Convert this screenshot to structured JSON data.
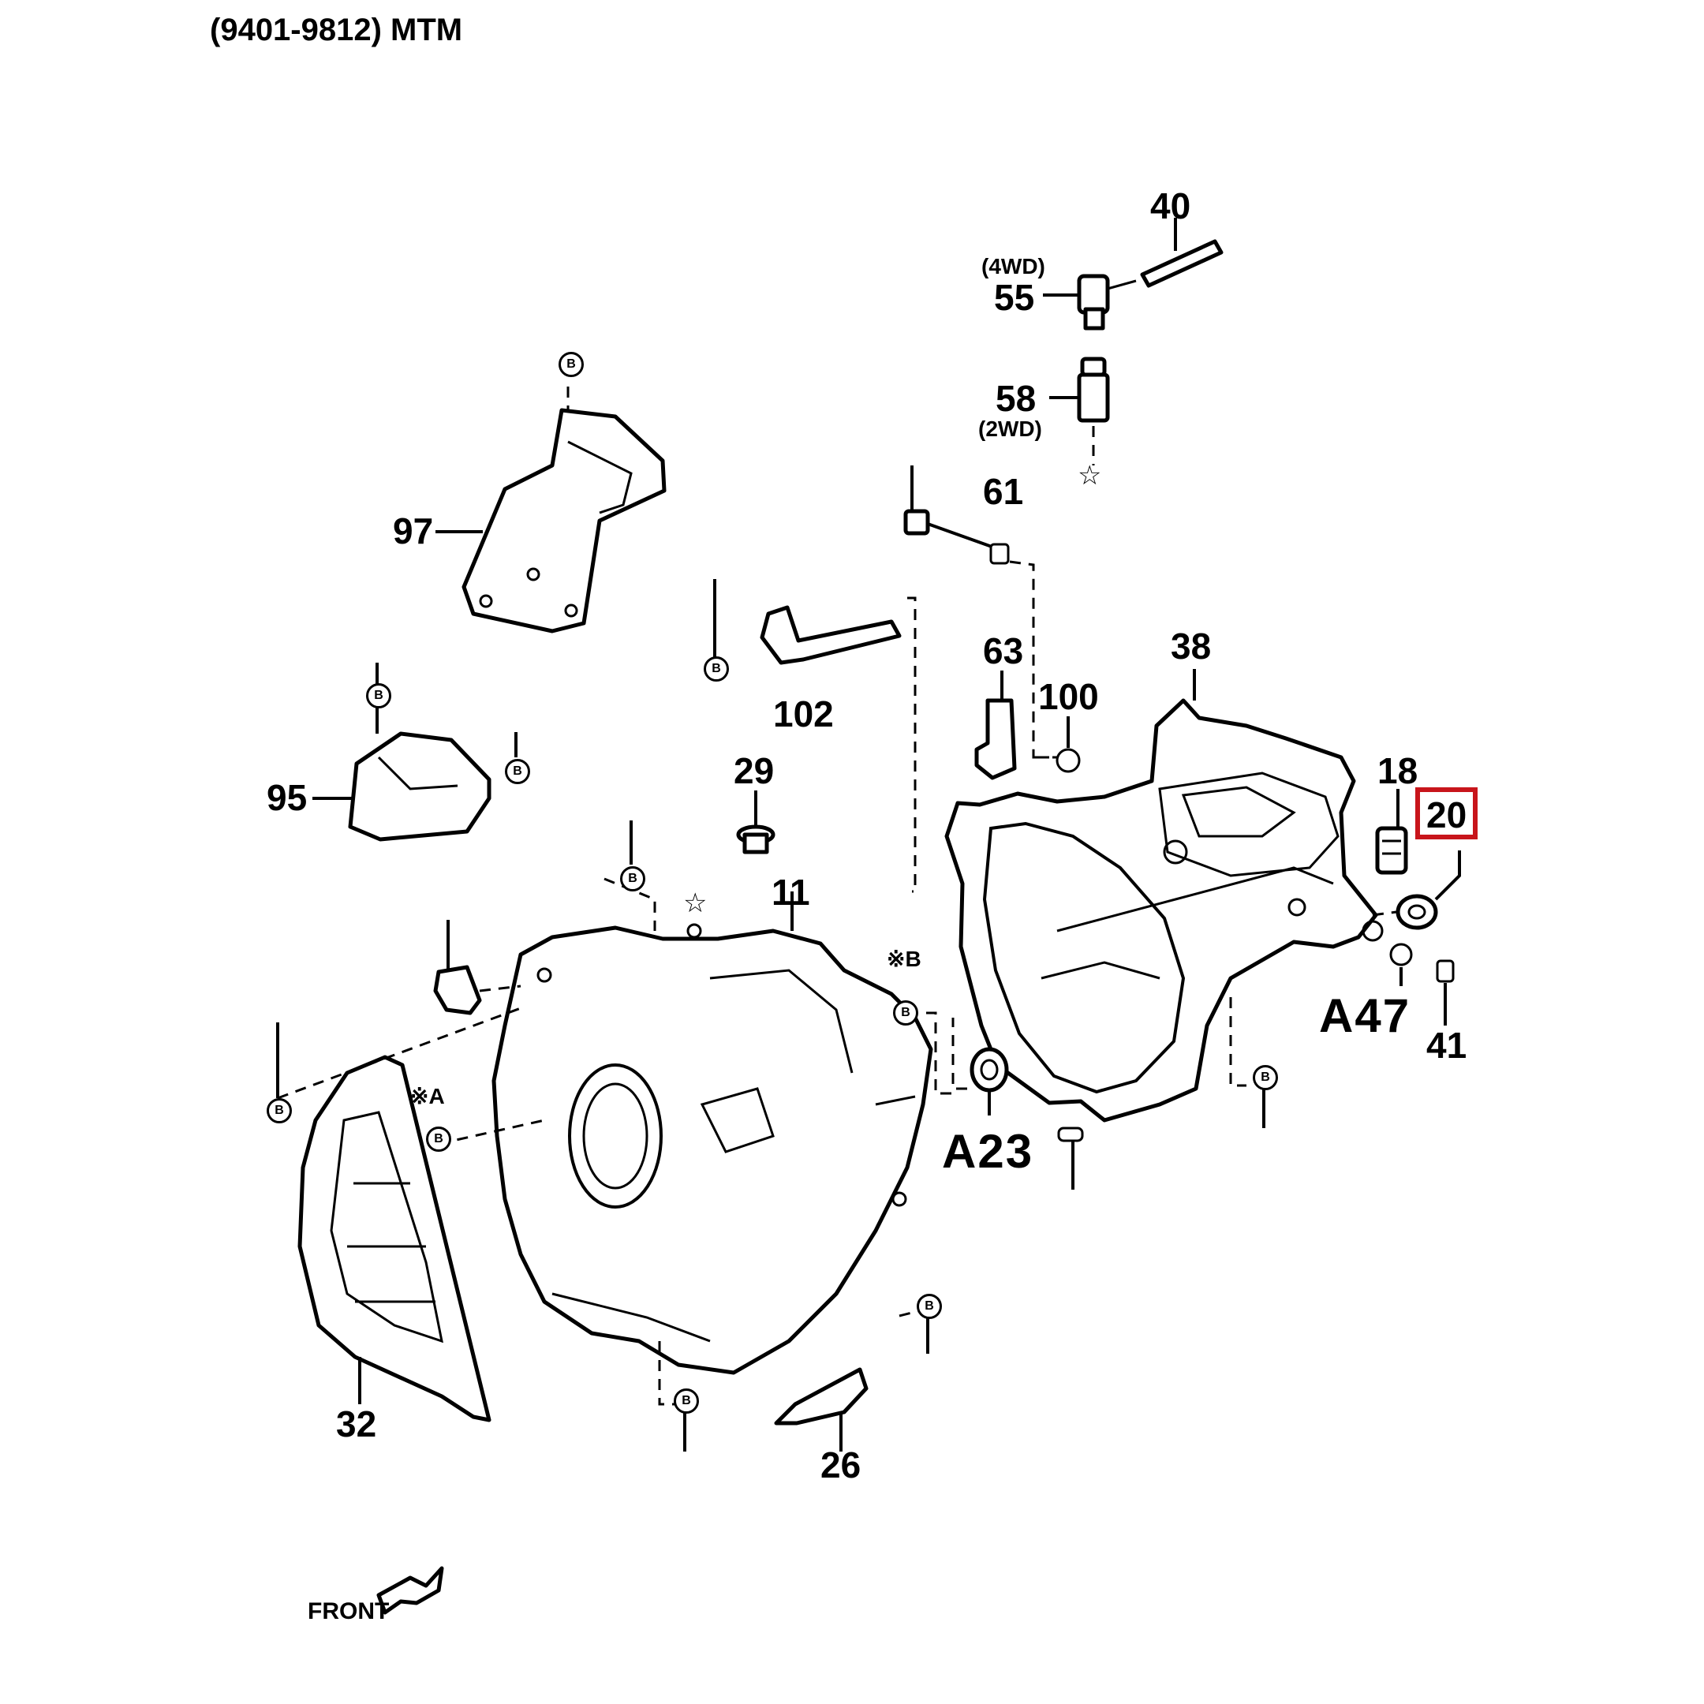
{
  "header": {
    "title": "(9401-9812) MTM"
  },
  "callouts": {
    "p40": "40",
    "p55": "55",
    "p55_note": "(4WD)",
    "p58": "58",
    "p58_note": "(2WD)",
    "p61": "61",
    "p97": "97",
    "p63": "63",
    "p38": "38",
    "p100": "100",
    "p102": "102",
    "p95": "95",
    "p29": "29",
    "p18": "18",
    "p20": "20",
    "p11": "11",
    "pA47": "A47",
    "p41": "41",
    "pA23": "A23",
    "p32": "32",
    "p26": "26",
    "refA": "※A",
    "refB": "※B"
  },
  "bolt_marker": "B",
  "star_marker": "☆",
  "front": {
    "label": "FRONT"
  },
  "highlight": {
    "part": "20",
    "color": "#c8151b"
  }
}
